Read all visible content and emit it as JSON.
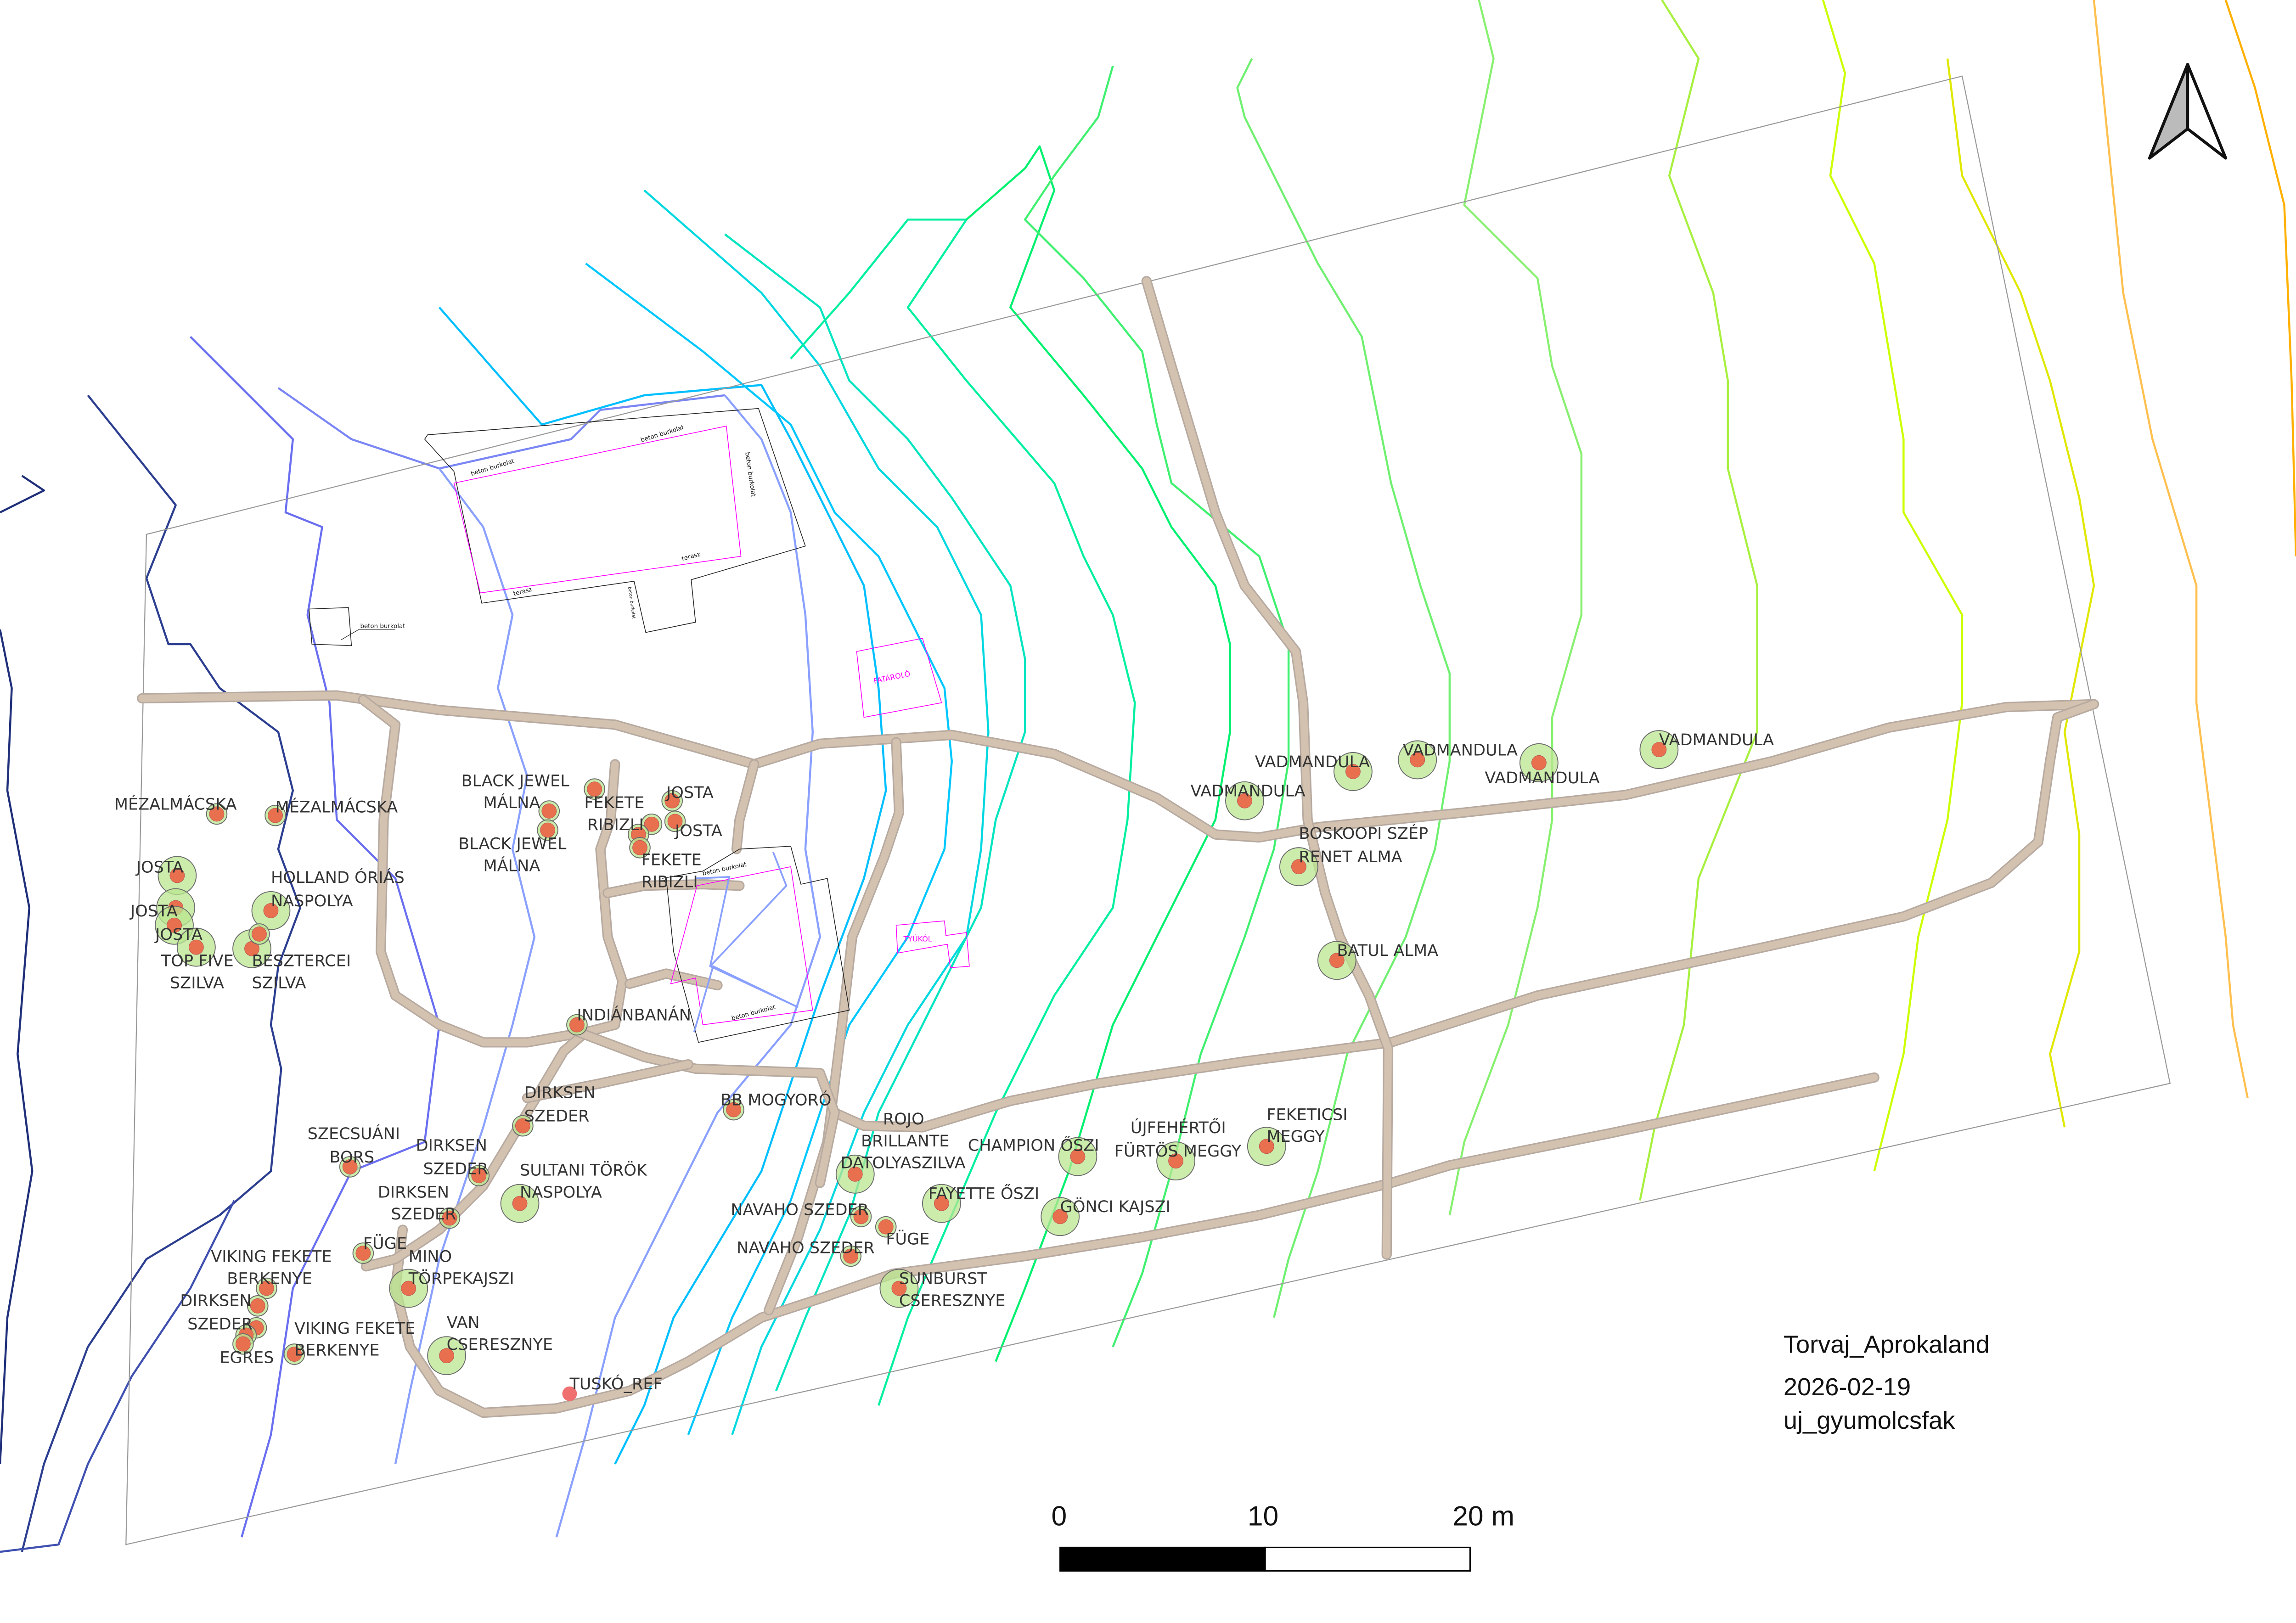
{
  "map": {
    "title": "Torvaj_Aprokaland",
    "date": "2026-02-19",
    "layer": "uj_gyumolcsfak"
  },
  "scale_bar": {
    "labels": [
      "0",
      "10",
      "20 m"
    ]
  },
  "structures": {
    "beton_burkolat": "beton burkolat",
    "terasz": "terasz",
    "fatarolo": "FATÁROLÓ",
    "tyukol": "TYÚKÓL"
  },
  "icons": {
    "north_arrow": "north-arrow-icon"
  },
  "colors": {
    "road": "#d4c2b0",
    "tree_canopy": "#b9e68f",
    "tree_trunk": "#e8704f",
    "structure_outline": "#ff00ff",
    "reference_point": "#f07070"
  },
  "trees": [
    {
      "lines": [
        "MÉZALMÁCSKA"
      ]
    },
    {
      "lines": [
        "MÉZALMÁCSKA"
      ]
    },
    {
      "lines": [
        "JOSTA"
      ]
    },
    {
      "lines": [
        "JOSTA"
      ]
    },
    {
      "lines": [
        "JOSTA"
      ]
    },
    {
      "lines": [
        "TOP FIVE",
        "SZILVA"
      ]
    },
    {
      "lines": [
        "BESZTERCEI",
        "SZILVA"
      ]
    },
    {
      "lines": [
        "HOLLAND ÓRIÁS",
        "NASPOLYA"
      ]
    },
    {
      "lines": []
    },
    {
      "lines": [
        "BLACK JEWEL",
        "MÁLNA"
      ]
    },
    {
      "lines": [
        "BLACK JEWEL",
        "MÁLNA"
      ]
    },
    {
      "lines": [
        "FEKETE",
        "RIBIZLI"
      ]
    },
    {
      "lines": [
        "JOSTA"
      ]
    },
    {
      "lines": [
        "JOSTA"
      ]
    },
    {
      "lines": [
        "FEKETE",
        "RIBIZLI"
      ]
    },
    {
      "lines": [
        "INDIÁNBANÁN"
      ]
    },
    {
      "lines": [
        "DIRKSEN",
        "SZEDER"
      ]
    },
    {
      "lines": [
        "BB MOGYORÓ"
      ]
    },
    {
      "lines": [
        "SZECSUÁNI",
        "BORS"
      ]
    },
    {
      "lines": [
        "DIRKSEN",
        "SZEDER"
      ]
    },
    {
      "lines": [
        "DIRKSEN",
        "SZEDER"
      ]
    },
    {
      "lines": [
        "SULTANI TÖRÖK",
        "NASPOLYA"
      ]
    },
    {
      "lines": [
        "FÜGE"
      ]
    },
    {
      "lines": [
        "MINO",
        "TÖRPEKAJSZI"
      ]
    },
    {
      "lines": [
        "VIKING FEKETE",
        "BERKENYE"
      ]
    },
    {
      "lines": [
        "DIRKSEN",
        "SZEDER"
      ]
    },
    {
      "lines": [
        "EGRES"
      ]
    },
    {
      "lines": [
        "VIKING FEKETE",
        "BERKENYE"
      ]
    },
    {
      "lines": [
        "VAN",
        "CSERESZNYE"
      ]
    },
    {
      "lines": [
        "TUSKÓ_REF"
      ]
    },
    {
      "lines": [
        "ROJO",
        "BRILLANTE",
        "DATOLYASZILVA"
      ]
    },
    {
      "lines": [
        "NAVAHO SZEDER"
      ]
    },
    {
      "lines": [
        "FÜGE"
      ]
    },
    {
      "lines": [
        "NAVAHO SZEDER"
      ]
    },
    {
      "lines": [
        "FAYETTE ŐSZI"
      ]
    },
    {
      "lines": [
        "SUNBURST",
        "CSERESZNYE"
      ]
    },
    {
      "lines": [
        "CHAMPION ŐSZI"
      ]
    },
    {
      "lines": [
        "GÖNCI KAJSZI"
      ]
    },
    {
      "lines": [
        "ÚJFEHÉRTŐI",
        "FÜRTÖS MEGGY"
      ]
    },
    {
      "lines": [
        "FEKETICSI",
        "MEGGY"
      ]
    },
    {
      "lines": [
        "VADMANDULA"
      ]
    },
    {
      "lines": [
        "VADMANDULA"
      ]
    },
    {
      "lines": [
        "VADMANDULA"
      ]
    },
    {
      "lines": [
        "VADMANDULA"
      ]
    },
    {
      "lines": [
        "VADMANDULA"
      ]
    },
    {
      "lines": [
        "BOSKOOPI SZÉP",
        "RENET ALMA"
      ]
    },
    {
      "lines": [
        "BATUL ALMA"
      ]
    }
  ]
}
